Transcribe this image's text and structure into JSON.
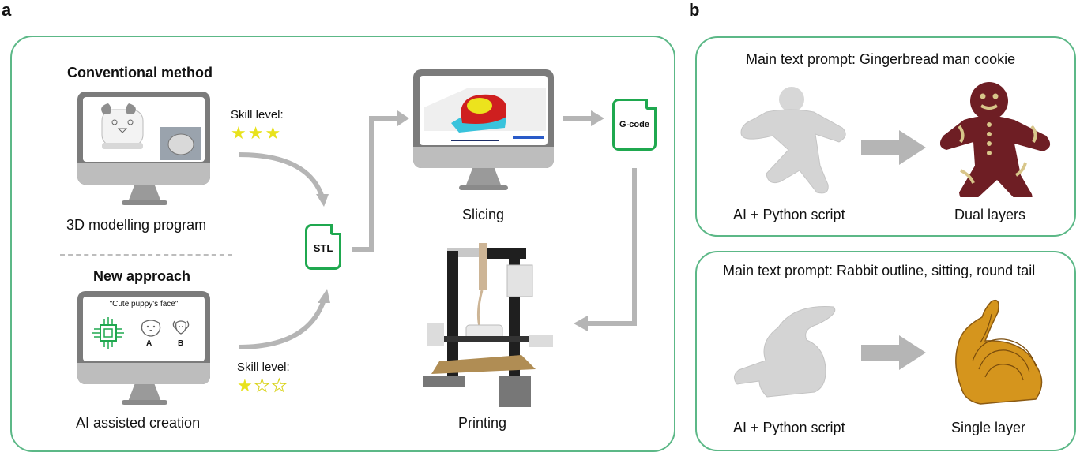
{
  "panels": {
    "a": {
      "letter": "a",
      "conventional": {
        "title": "Conventional method",
        "monitor_caption": "3D modelling program",
        "skill_label": "Skill level:",
        "skill_rating": 3,
        "skill_max": 3
      },
      "new_approach": {
        "title": "New approach",
        "prompt": "\"Cute puppy's face\"",
        "option_a": "A",
        "option_b": "B",
        "monitor_caption": "AI assisted creation",
        "skill_label": "Skill level:",
        "skill_rating": 1,
        "skill_max": 3
      },
      "stl_file": "STL",
      "gcode_file": "G-code",
      "slicing_caption": "Slicing",
      "printing_caption": "Printing",
      "star_filled": "★",
      "star_empty": "☆"
    },
    "b": {
      "letter": "b",
      "examples": [
        {
          "prompt": "Main text prompt: Gingerbread man cookie",
          "left_caption": "AI + Python script",
          "right_caption": "Dual layers"
        },
        {
          "prompt": "Main text prompt: Rabbit outline, sitting, round tail",
          "left_caption": "AI + Python script",
          "right_caption": "Single layer"
        }
      ]
    }
  },
  "colors": {
    "panel_border": "#5cb887",
    "file_border": "#1fa84f",
    "arrow": "#b5b5b5",
    "star": "#e8e21c",
    "ai_chip": "#1fa84f"
  }
}
